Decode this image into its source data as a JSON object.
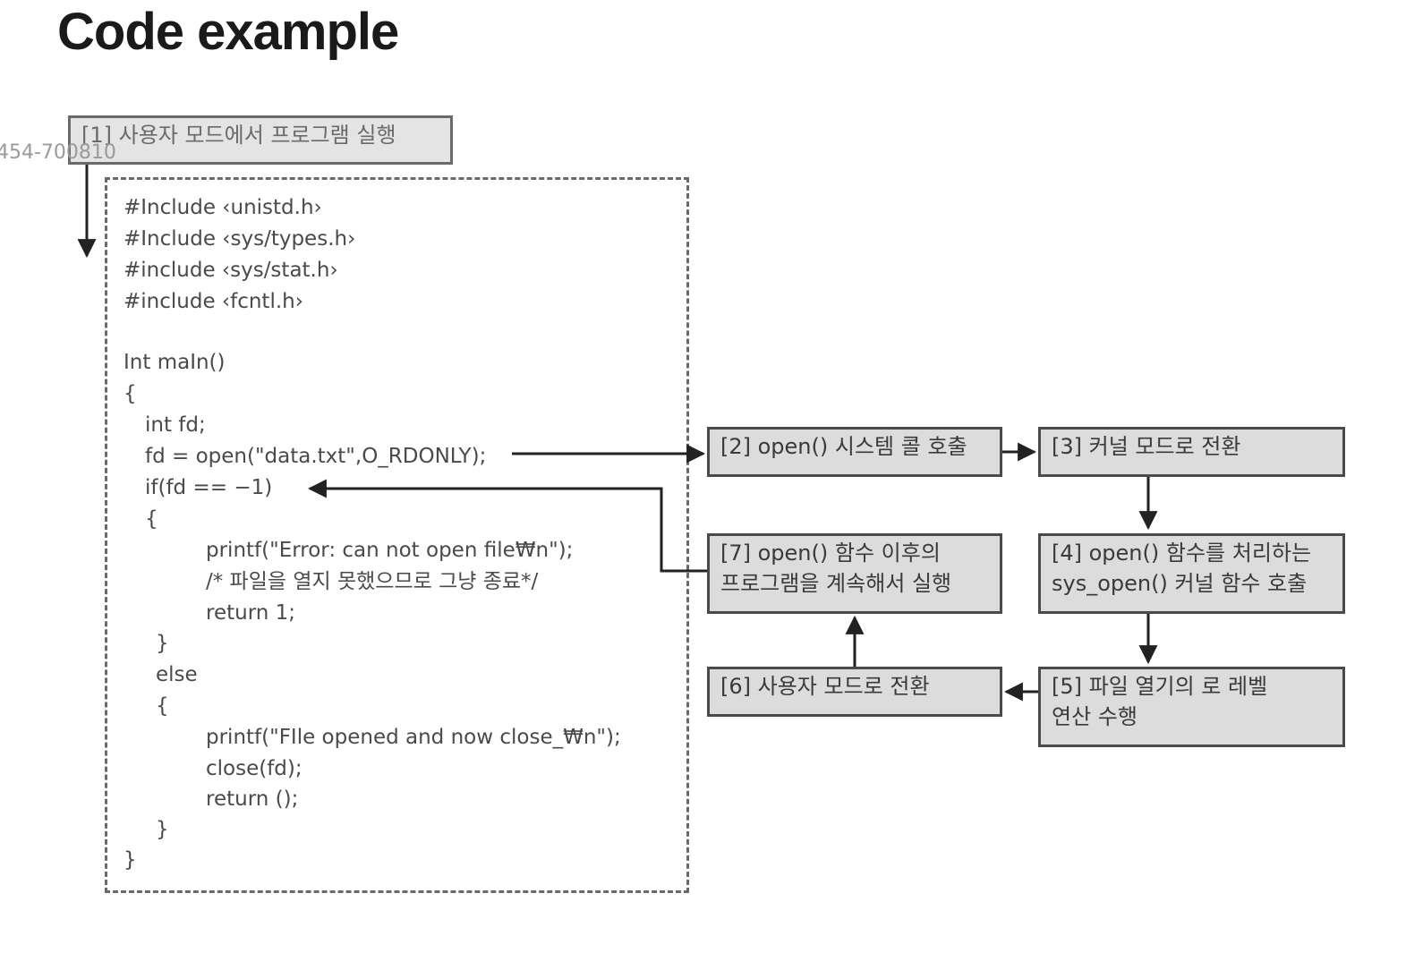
{
  "title": "Code example",
  "watermark": "454-700810",
  "steps": {
    "s1": "[1] 사용자 모드에서 프로그램 실행",
    "s2": "[2] open() 시스템 콜 호출",
    "s3": "[3] 커널 모드로 전환",
    "s4_line1": "[4] open() 함수를 처리하는",
    "s4_line2": "sys_open() 커널 함수 호출",
    "s5_line1": "[5] 파일 열기의 로 레벨",
    "s5_line2": "연산 수행",
    "s6": "[6] 사용자 모드로 전환",
    "s7_line1": "[7] open() 함수 이후의",
    "s7_line2": "프로그램을 계속해서 실행"
  },
  "code": [
    "#Include ‹unistd.h›",
    "#Include ‹sys/types.h›",
    "#include ‹sys/stat.h›",
    "#include ‹fcntl.h›",
    "Int maIn()",
    "{",
    "int fd;",
    "fd = open(\"data.txt\",O_RDONLY);",
    "if(fd == −1)",
    "{",
    "printf(\"Error: can not open file₩n\");",
    "/* 파일을 열지 못했으므로 그냥 종료*/",
    "return 1;",
    "}",
    "else",
    "{",
    "printf(\"FIle opened and now close_₩n\");",
    "close(fd);",
    "return ();",
    "}",
    "}"
  ]
}
